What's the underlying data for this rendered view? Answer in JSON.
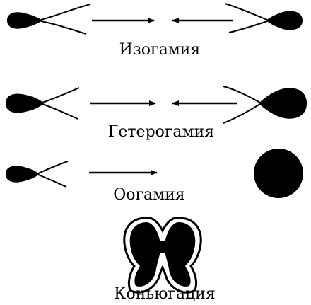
{
  "labels": {
    "isogamy": "Изогамия",
    "heterogamy": "Гетерогамия",
    "oogamy": "Оогамия",
    "conjugation": "Коньюгация"
  },
  "colors": {
    "ink": "#000000",
    "background": "#ffffff"
  }
}
